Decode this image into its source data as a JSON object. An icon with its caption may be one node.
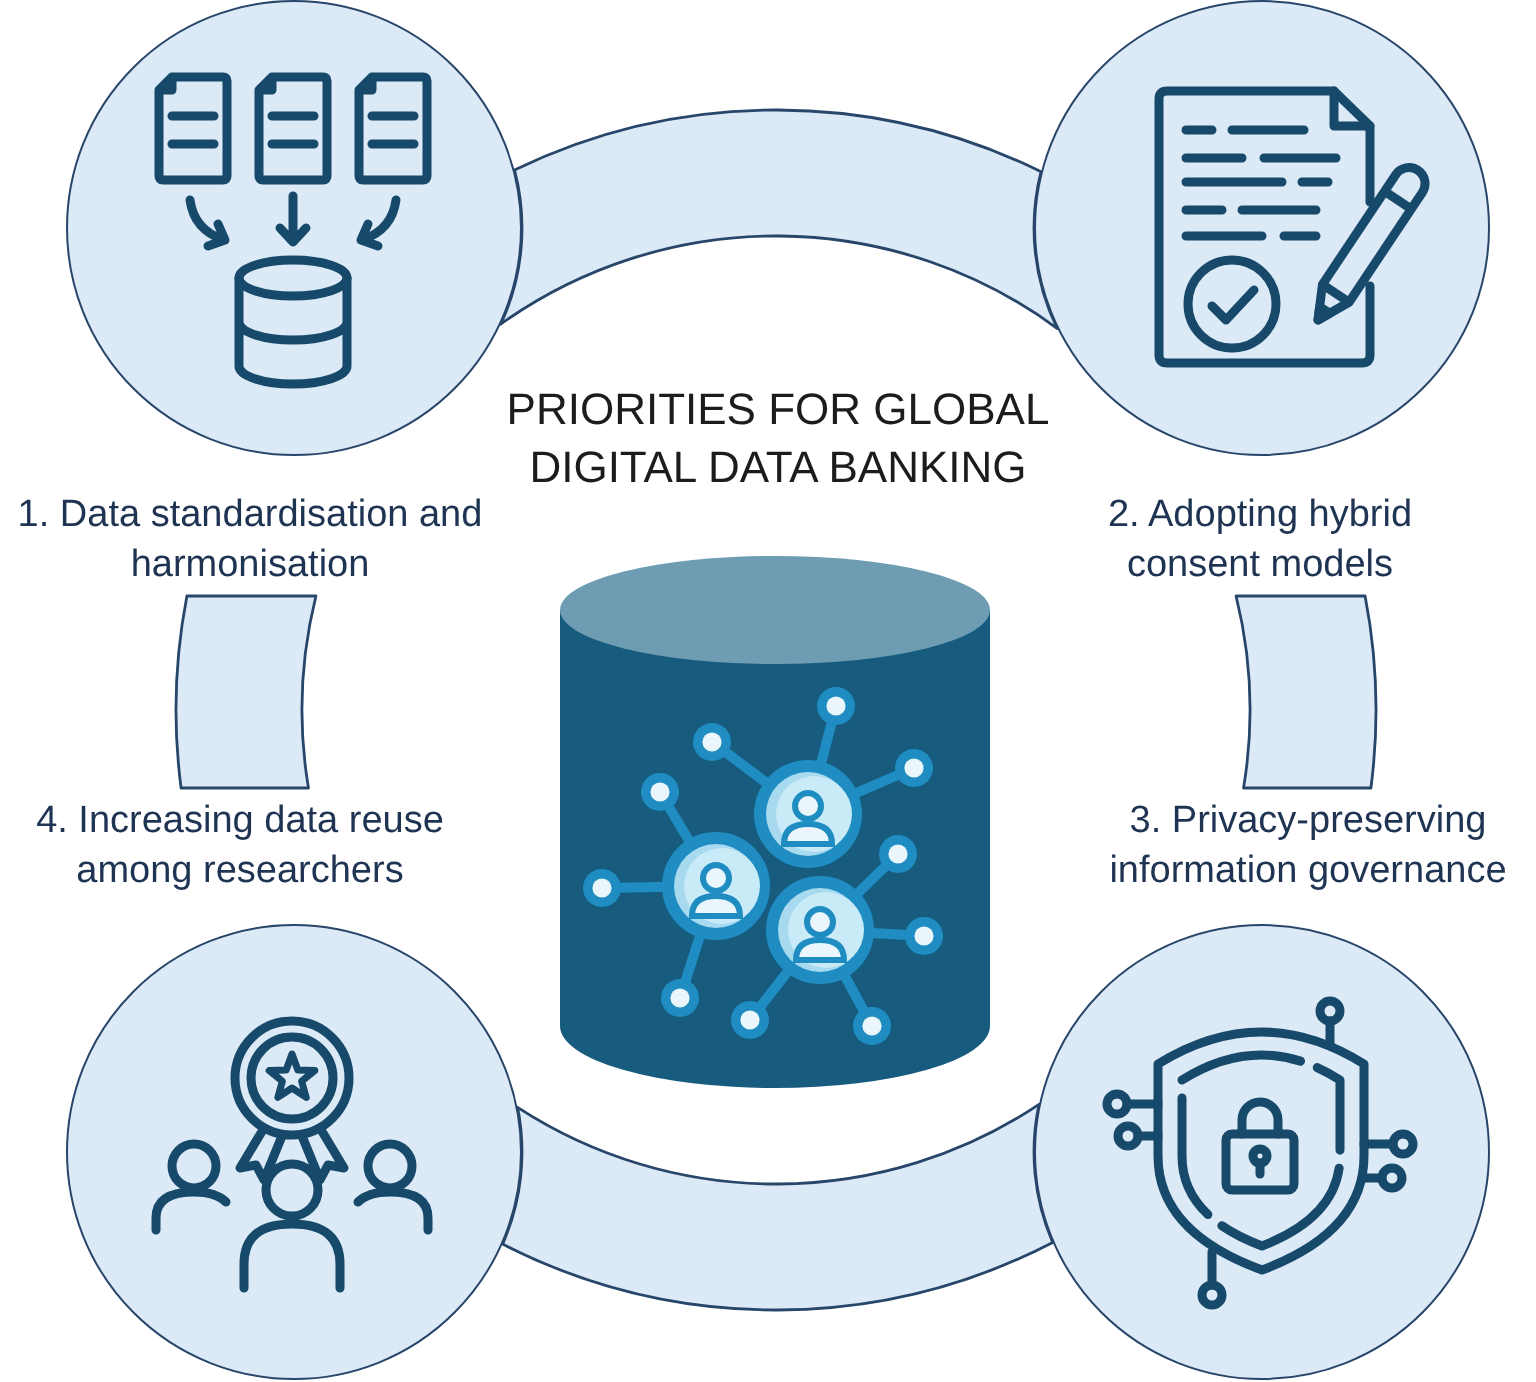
{
  "diagram": {
    "title": "PRIORITIES FOR GLOBAL DIGITAL DATA BANKING",
    "nodes": [
      {
        "text": [
          "1. Data standardisation and harmonisation"
        ]
      },
      {
        "text": [
          "2. Adopting hybrid consent models"
        ]
      },
      {
        "text": [
          "3. Privacy-preserving information governance"
        ]
      },
      {
        "text": [
          "4. Increasing data reuse among researchers"
        ]
      }
    ],
    "edges": [
      {
        "from": 0,
        "to": 1,
        "arrow": "none",
        "style": "thick"
      },
      {
        "from": 1,
        "to": 2,
        "arrow": "none",
        "style": "thick"
      },
      {
        "from": 2,
        "to": 3,
        "arrow": "none",
        "style": "thick"
      },
      {
        "from": 3,
        "to": 0,
        "arrow": "none",
        "style": "thick"
      }
    ]
  }
}
